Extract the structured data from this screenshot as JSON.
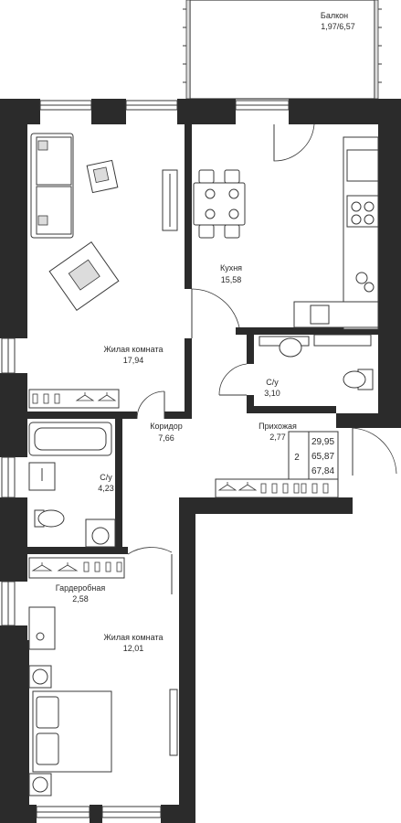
{
  "rooms": {
    "balcony": {
      "name": "Балкон",
      "area": "1,97/6,57"
    },
    "living_1": {
      "name": "Жилая комната",
      "area": "17,94"
    },
    "kitchen": {
      "name": "Кухня",
      "area": "15,58"
    },
    "bathroom_1": {
      "name": "С/у",
      "area": "3,10"
    },
    "corridor": {
      "name": "Коридор",
      "area": "7,66"
    },
    "hallway": {
      "name": "Прихожая",
      "area": "2,77"
    },
    "bathroom_2": {
      "name": "С/у",
      "area": "4,23"
    },
    "wardrobe": {
      "name": "Гардеробная",
      "area": "2,58"
    },
    "living_2": {
      "name": "Жилая комната",
      "area": "12,01"
    }
  },
  "summary": {
    "rooms_count": "2",
    "living_area": "29,95",
    "total_area": "65,87",
    "total_with_balcony": "67,84"
  }
}
